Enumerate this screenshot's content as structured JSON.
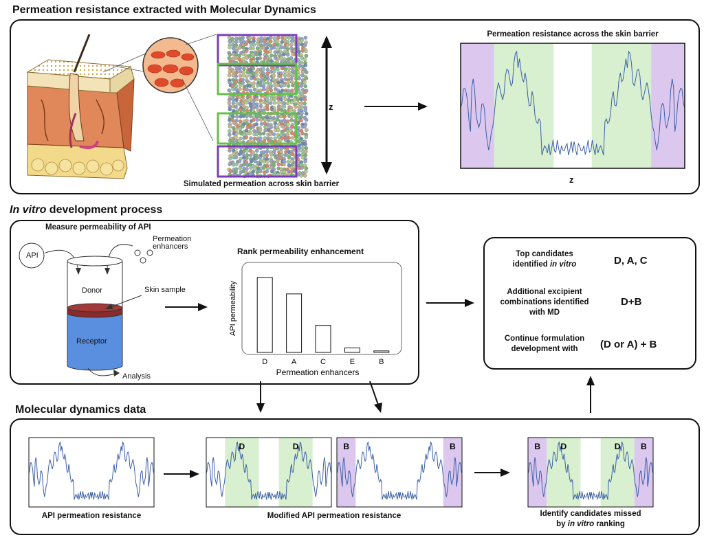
{
  "colors": {
    "purple": "#dcc8ef",
    "green": "#d8f0d0",
    "line": "#3b5fa6",
    "box_purple": "#7a3db8",
    "box_green": "#63c144",
    "donor_red": "#8b2a2a",
    "receptor_blue": "#5a8fe0"
  },
  "section1": {
    "title": "Permeation resistance extracted with Molecular Dynamics",
    "sim_caption": "Simulated permeation across skin barrier",
    "z_label": "z",
    "plot_title": "Permeation resistance across the skin barrier",
    "plot_xlabel": "z"
  },
  "section2": {
    "title_italic": "In vitro",
    "title_rest": " development process",
    "measure_title": "Measure permeability of API",
    "api": "API",
    "enhancers": "Permeation\nenhancers",
    "donor": "Donor",
    "skin_sample": "Skin sample",
    "receptor": "Receptor",
    "analysis": "Analysis",
    "rank_title": "Rank permeability enhancement"
  },
  "summary": {
    "row1_text_a": "Top candidates",
    "row1_text_b": "identified ",
    "row1_text_italic": "in vitro",
    "row1_value": "D, A, C",
    "row2_text": "Additional excipient\ncombinations identified\nwith MD",
    "row2_value": "D+B",
    "row3_text": "Continue formulation\ndevelopment with",
    "row3_value": "(D or A) + B"
  },
  "section3": {
    "title": "Molecular dynamics data",
    "plot1_caption": "API permeation resistance",
    "plot23_caption": "Modified API permeation resistance",
    "plot4_caption_a": "Identify candidates missed",
    "plot4_caption_b": "by ",
    "plot4_caption_italic": "in vitro",
    "plot4_caption_c": " ranking",
    "tag_d": "D",
    "tag_b": "B"
  },
  "chart_data": {
    "type": "bar",
    "categories": [
      "D",
      "A",
      "C",
      "E",
      "B"
    ],
    "values": [
      100,
      78,
      36,
      6,
      2
    ],
    "xlabel": "Permeation enhancers",
    "ylabel": "API permeability",
    "ylim": [
      0,
      120
    ]
  }
}
